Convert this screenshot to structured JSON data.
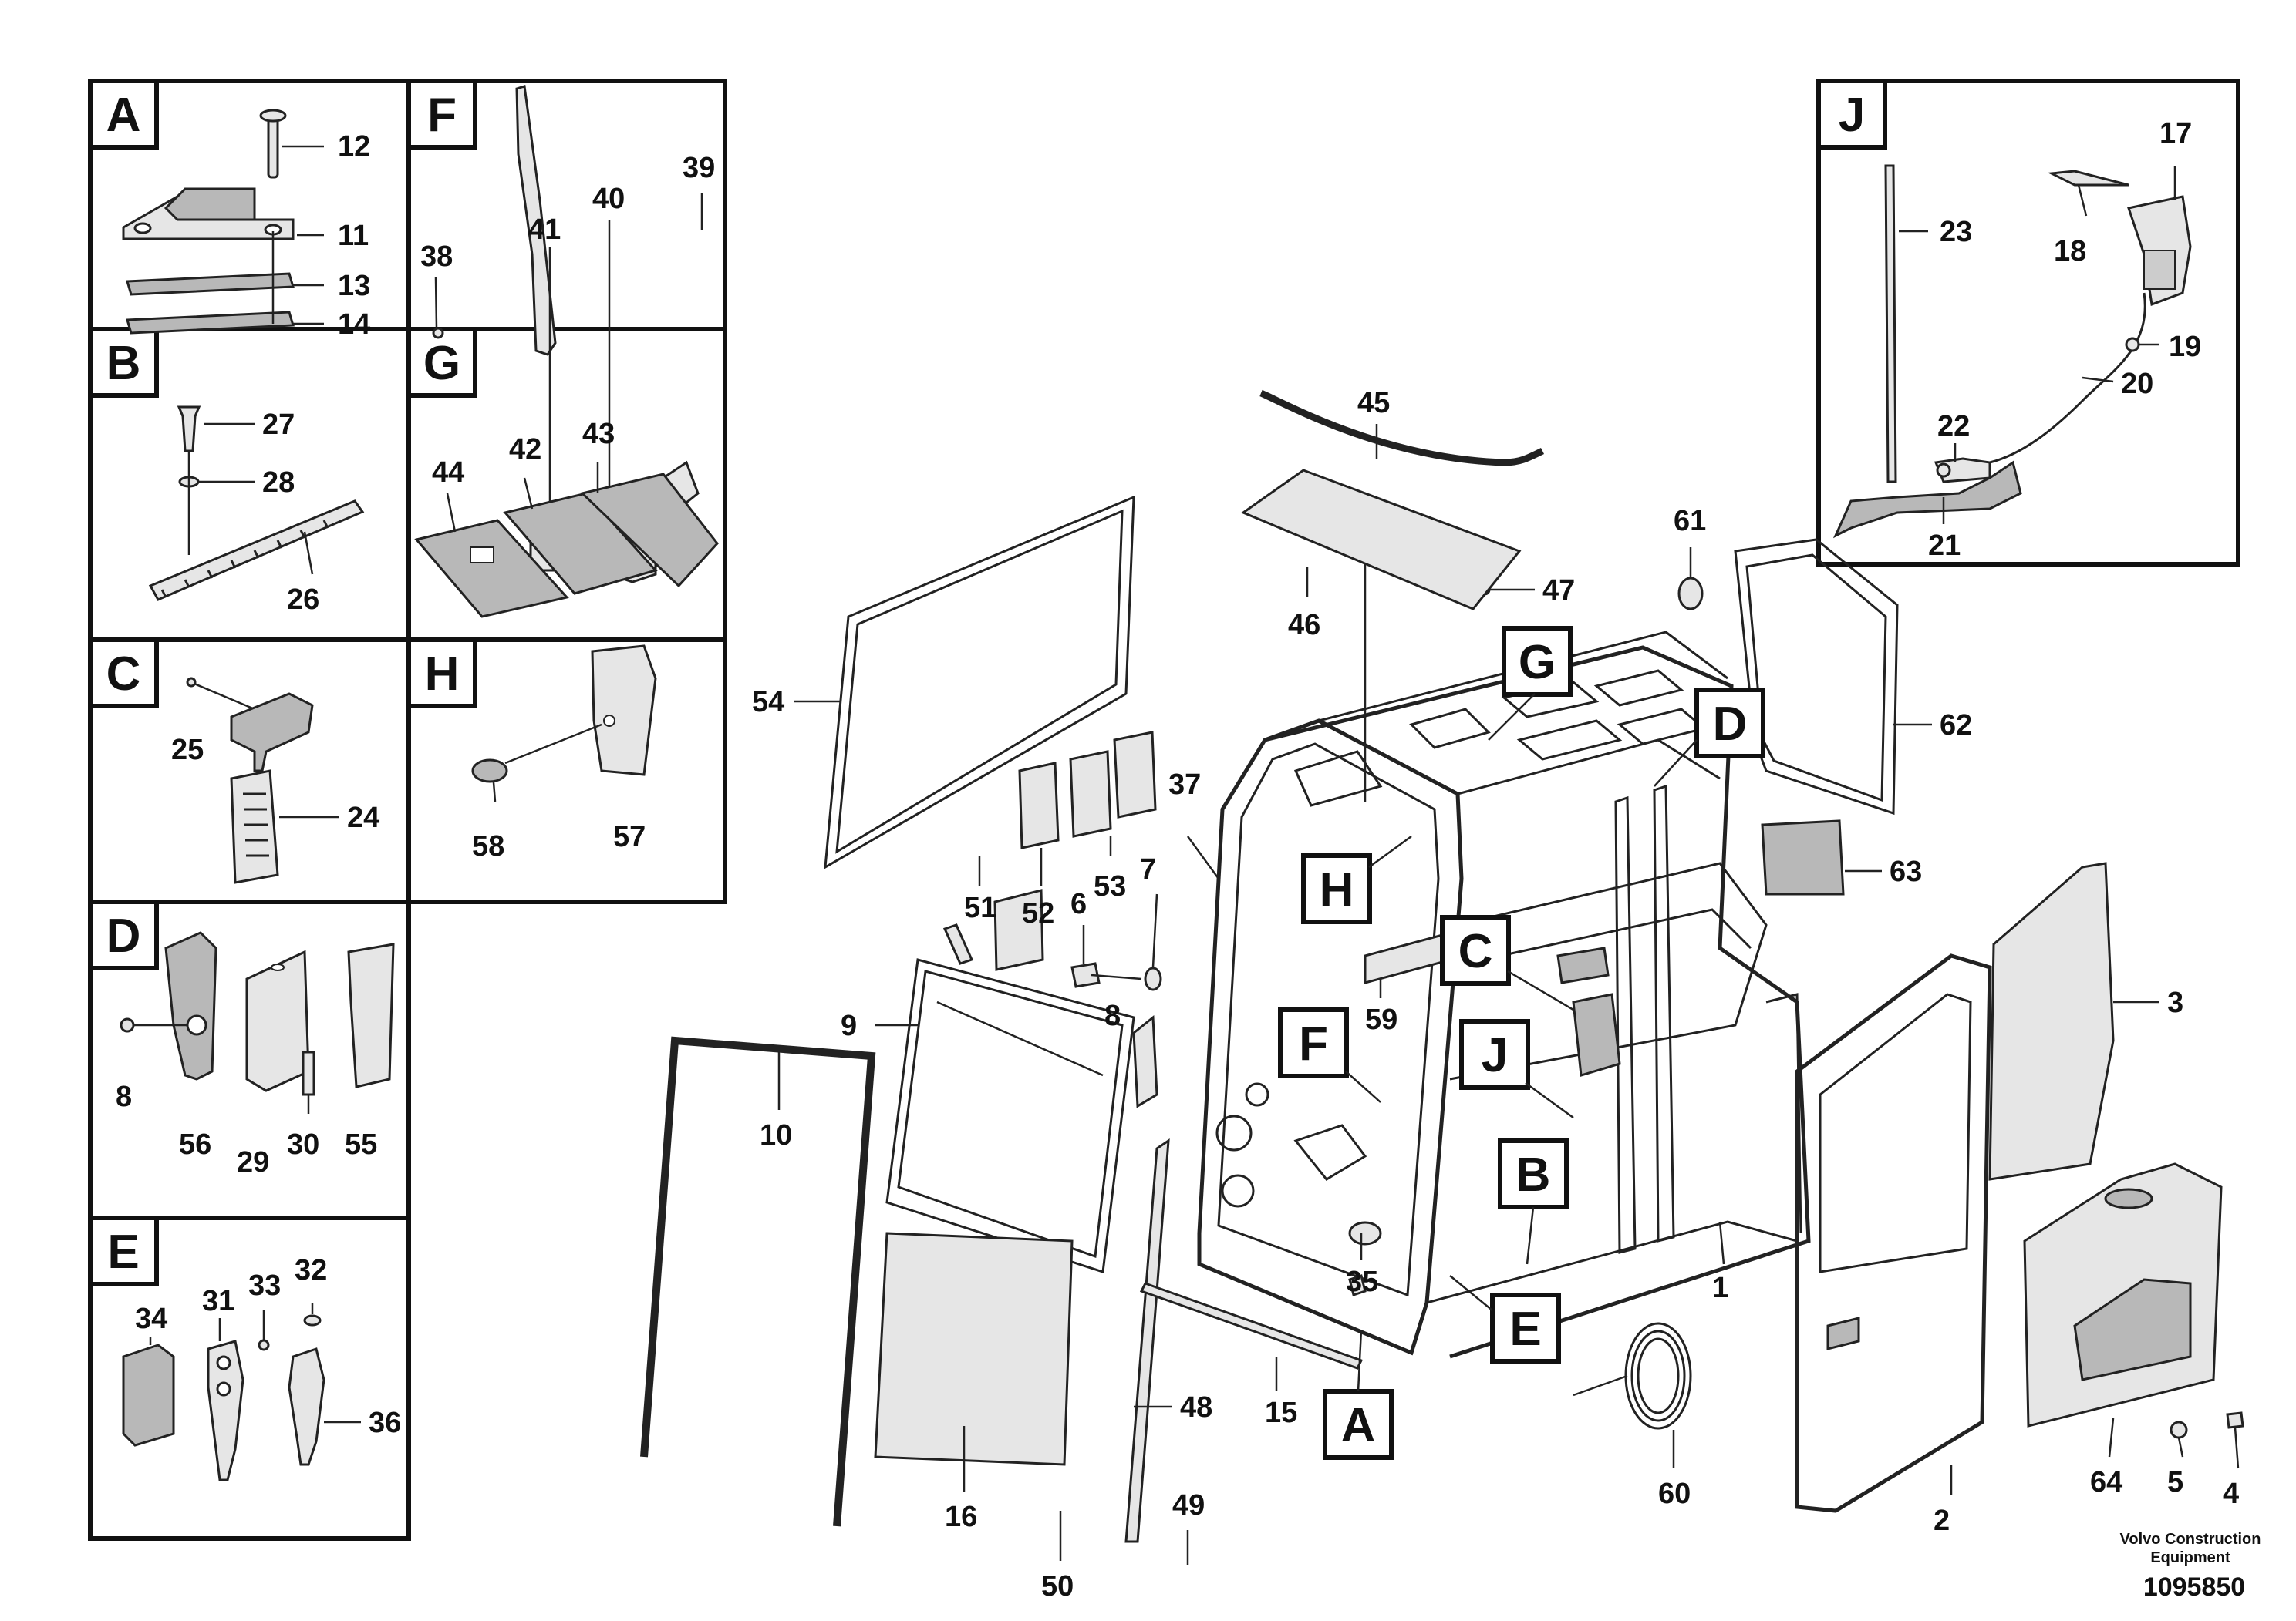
{
  "callouts": {
    "A": "A",
    "B": "B",
    "C": "C",
    "D": "D",
    "E": "E",
    "F": "F",
    "G": "G",
    "H": "H",
    "J": "J"
  },
  "parts": {
    "p1": "1",
    "p2": "2",
    "p3": "3",
    "p4": "4",
    "p5": "5",
    "p6": "6",
    "p7": "7",
    "p8": "8",
    "p8b": "8",
    "p9": "9",
    "p10": "10",
    "p11": "11",
    "p12": "12",
    "p13": "13",
    "p14": "14",
    "p15": "15",
    "p16": "16",
    "p17": "17",
    "p18": "18",
    "p19": "19",
    "p20": "20",
    "p21": "21",
    "p22": "22",
    "p23": "23",
    "p24": "24",
    "p25": "25",
    "p26": "26",
    "p27": "27",
    "p28": "28",
    "p29": "29",
    "p30": "30",
    "p31": "31",
    "p32": "32",
    "p33": "33",
    "p34": "34",
    "p35": "35",
    "p36": "36",
    "p37": "37",
    "p38": "38",
    "p39": "39",
    "p40": "40",
    "p41": "41",
    "p42": "42",
    "p43": "43",
    "p44": "44",
    "p45": "45",
    "p46": "46",
    "p47": "47",
    "p48": "48",
    "p49": "49",
    "p50": "50",
    "p51": "51",
    "p52": "52",
    "p53": "53",
    "p54": "54",
    "p55": "55",
    "p56": "56",
    "p57": "57",
    "p58": "58",
    "p59": "59",
    "p60": "60",
    "p61": "61",
    "p62": "62",
    "p63": "63",
    "p64": "64"
  },
  "footer": {
    "credit_line1": "Volvo Construction",
    "credit_line2": "Equipment",
    "document_number": "1095850"
  }
}
